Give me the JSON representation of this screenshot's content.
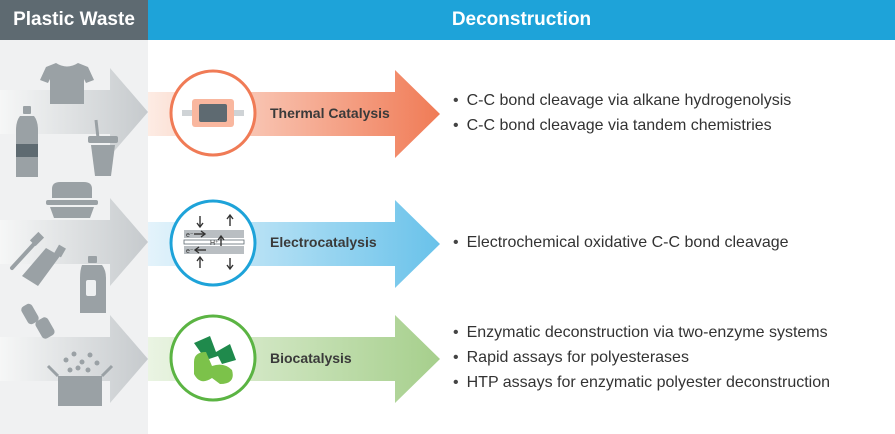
{
  "header": {
    "left_title": "Plastic Waste",
    "right_title": "Deconstruction"
  },
  "rows": [
    {
      "label": "Thermal Catalysis",
      "icon": "thermal-catalyst-icon",
      "color": "#f07b56",
      "bullets": [
        "C-C bond cleavage via alkane hydrogenolysis",
        "C-C bond cleavage via tandem chemistries"
      ]
    },
    {
      "label": "Electrocatalysis",
      "icon": "electrocatalysis-cell-icon",
      "color": "#1ea3d9",
      "bullets": [
        "Electrochemical oxidative C-C bond cleavage"
      ]
    },
    {
      "label": "Biocatalysis",
      "icon": "enzyme-icon",
      "color": "#5bb443",
      "bullets": [
        "Enzymatic deconstruction via two-enzyme systems",
        "Rapid assays for polyesterases",
        "HTP assays for enzymatic polyester deconstruction"
      ]
    }
  ],
  "electro_icon_text": {
    "e_top": "e⁻",
    "e_bottom": "e⁻",
    "h": "H⁺"
  },
  "waste_icons": [
    "tshirt-icon",
    "bottle-icon",
    "cup-icon",
    "food-container-icon",
    "toothbrush-icon",
    "tube-icon",
    "jug-icon",
    "capsule-icon",
    "box-of-pellets-icon"
  ]
}
